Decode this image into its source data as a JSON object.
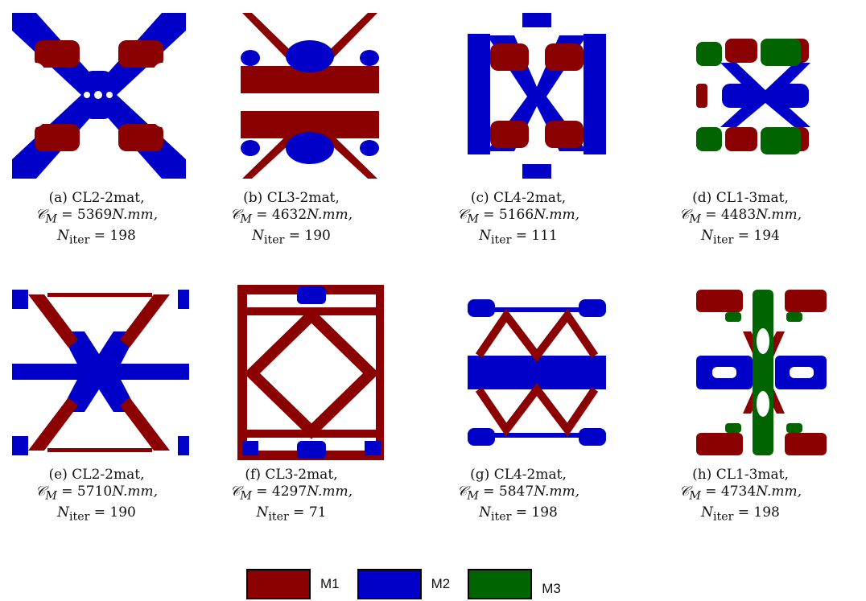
{
  "colors": {
    "M1": "#8b0000",
    "M2": "#0000c8",
    "M3": "#006400"
  },
  "panels": [
    {
      "tag": "(a)",
      "name": "CL2-2mat,",
      "compliance": "5369",
      "unit": "N.mm,",
      "iter": "198",
      "design": "cl2-2mat"
    },
    {
      "tag": "(b)",
      "name": "CL3-2mat,",
      "compliance": "4632",
      "unit": "N.mm,",
      "iter": "190",
      "design": "cl3-2mat"
    },
    {
      "tag": "(c)",
      "name": "CL4-2mat,",
      "compliance": "5166",
      "unit": "N.mm,",
      "iter": "111",
      "design": "cl4-2mat"
    },
    {
      "tag": "(d)",
      "name": "CL1-3mat,",
      "compliance": "4483",
      "unit": "N.mm,",
      "iter": "194",
      "design": "cl1-3mat"
    },
    {
      "tag": "(e)",
      "name": "CL2-2mat,",
      "compliance": "5710",
      "unit": "N.mm,",
      "iter": "190",
      "design": "cl2-2mat"
    },
    {
      "tag": "(f)",
      "name": "CL3-2mat,",
      "compliance": "4297",
      "unit": "N.mm,",
      "iter": "71",
      "design": "cl3-2mat"
    },
    {
      "tag": "(g)",
      "name": "CL4-2mat,",
      "compliance": "5847",
      "unit": "N.mm,",
      "iter": "198",
      "design": "cl4-2mat"
    },
    {
      "tag": "(h)",
      "name": "CL1-3mat,",
      "compliance": "4734",
      "unit": "N.mm,",
      "iter": "198",
      "design": "cl1-3mat"
    }
  ],
  "symbols": {
    "compliance": "𝒞",
    "compliance_sub": "M",
    "eq": "=",
    "iter": "N",
    "iter_sub": "iter"
  },
  "legend": [
    {
      "label": "M1",
      "color": "#8b0000"
    },
    {
      "label": "M2",
      "color": "#0000c8"
    },
    {
      "label": "M3",
      "color": "#006400"
    }
  ]
}
